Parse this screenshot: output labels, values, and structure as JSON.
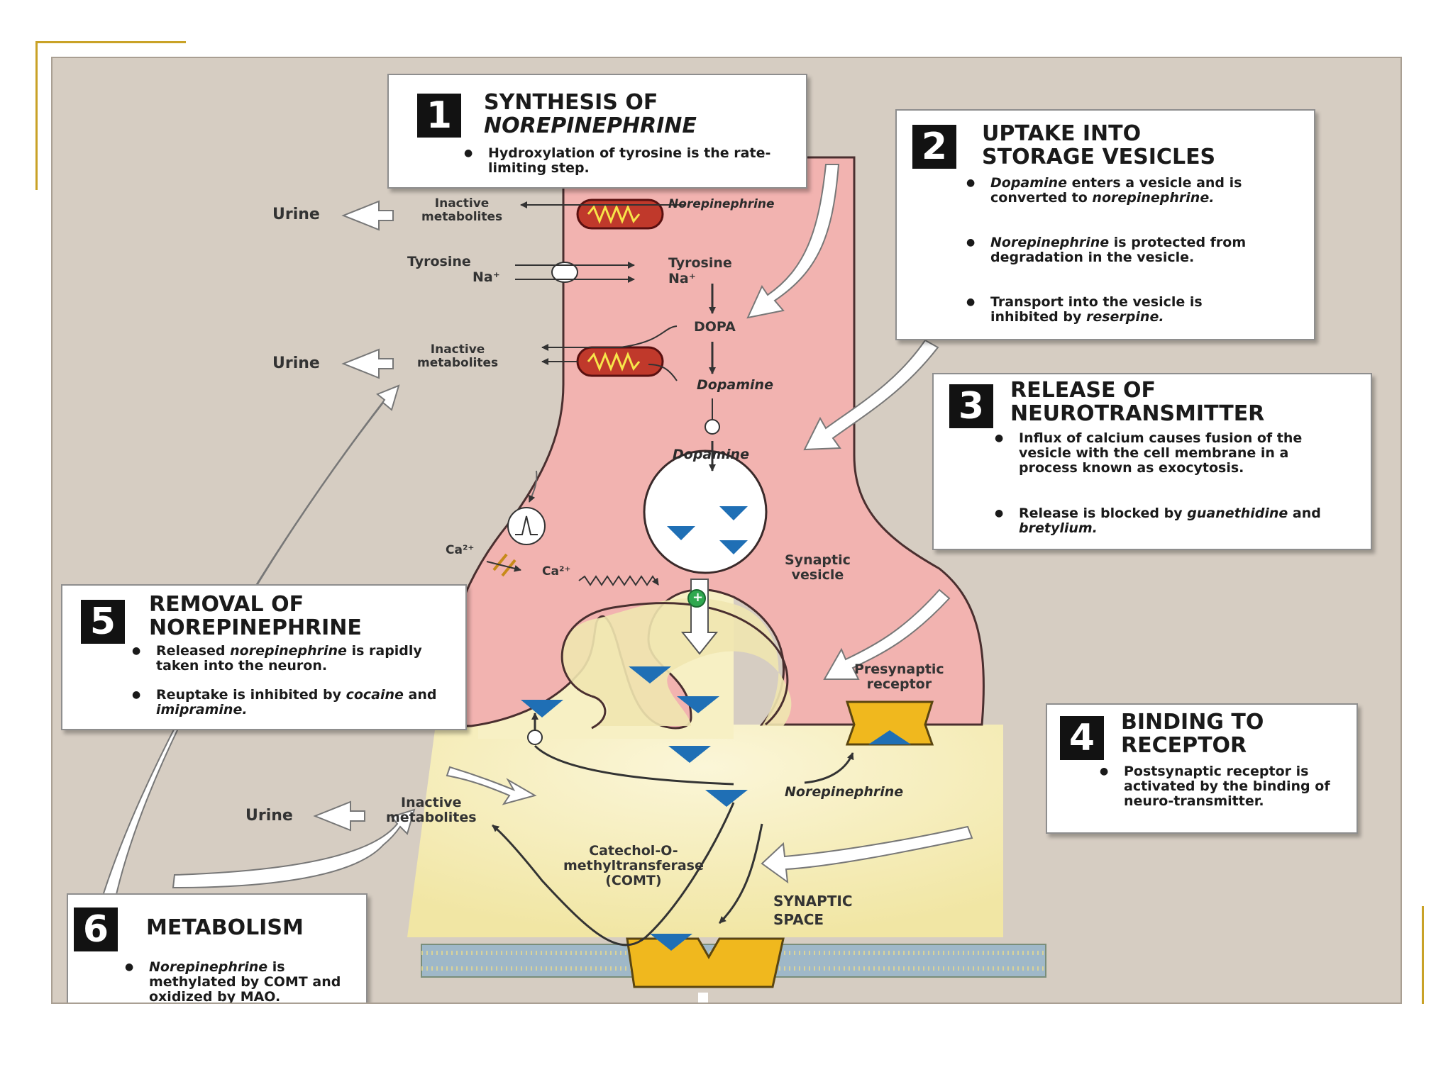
{
  "callouts": {
    "c1": {
      "number": "1",
      "title_line1": "SYNTHESIS OF",
      "title_line2": "NOREPINEPHRINE",
      "bullet1": "Hydroxylation of tyrosine is the rate-limiting step."
    },
    "c2": {
      "number": "2",
      "title_line1": "UPTAKE INTO",
      "title_line2": "STORAGE VESICLES",
      "bullet1_italic": "Dopamine",
      "bullet1_rest": " enters a vesicle and is converted to ",
      "bullet1_italic2": "norepinephrine.",
      "bullet2_italic": "Norepinephrine",
      "bullet2_rest": " is protected from degradation in the vesicle.",
      "bullet3_rest": "Transport into the vesicle is inhibited by ",
      "bullet3_italic": "reserpine."
    },
    "c3": {
      "number": "3",
      "title_line1": "RELEASE OF",
      "title_line2": "NEUROTRANSMITTER",
      "bullet1": "Influx of calcium causes fusion of the vesicle with the cell membrane in a process known as exocytosis.",
      "bullet2_rest": "Release is blocked by ",
      "bullet2_italic1": "guanethidine",
      "bullet2_and": " and ",
      "bullet2_italic2": "bretylium."
    },
    "c4": {
      "number": "4",
      "title_line1": "BINDING TO",
      "title_line2": "RECEPTOR",
      "bullet1": "Postsynaptic receptor is activated by the binding of neuro-transmitter."
    },
    "c5": {
      "number": "5",
      "title_line1": "REMOVAL OF",
      "title_line2": "NOREPINEPHRINE",
      "bullet1_rest": "Released ",
      "bullet1_italic": "norepinephrine",
      "bullet1_rest2": " is rapidly taken into the neuron.",
      "bullet2_rest": "Reuptake is inhibited by ",
      "bullet2_italic1": "cocaine",
      "bullet2_and": " and ",
      "bullet2_italic2": "imipramine."
    },
    "c6": {
      "number": "6",
      "title": "METABOLISM",
      "bullet1_italic": "Norepinephrine",
      "bullet1_rest": " is methylated by COMT and oxidized by MAO."
    }
  },
  "labels": {
    "urine": "Urine",
    "inactive_l1": "Inactive",
    "inactive_l2": "metabolites",
    "norepinephrine": "Norepinephrine",
    "tyrosine": "Tyrosine",
    "na": "Na⁺",
    "dopa": "DOPA",
    "dopamine": "Dopamine",
    "ca": "Ca²⁺",
    "synaptic_vesicle_l1": "Synaptic",
    "synaptic_vesicle_l2": "vesicle",
    "presynaptic_l1": "Presynaptic",
    "presynaptic_l2": "receptor",
    "comt_l1": "Catechol-O-",
    "comt_l2": "methyltransferase",
    "comt_l3": "(COMT)",
    "synaptic_space_l1": "SYNAPTIC",
    "synaptic_space_l2": "SPACE",
    "plus": "+"
  },
  "colors": {
    "background": "#d6cdc2",
    "neuron": "#f2b3b0",
    "synaptic_space": "#f6efb8",
    "transmitter": "#1f6fb5",
    "receptor": "#f0b81e",
    "mitochondrion": "#c0392b",
    "frame_accent": "#c9a227"
  }
}
